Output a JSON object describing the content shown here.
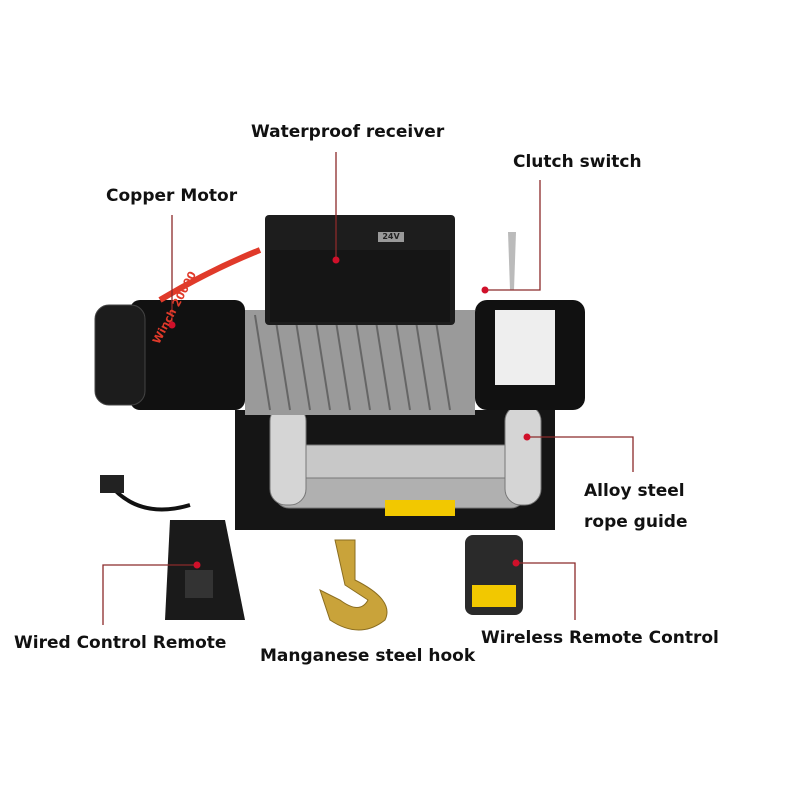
{
  "labels": {
    "waterproof_receiver": "Waterproof receiver",
    "clutch_switch": "Clutch switch",
    "copper_motor": "Copper Motor",
    "alloy_steel_line1": "Alloy steel",
    "alloy_steel_line2": "rope guide",
    "wired_remote": "Wired Control Remote",
    "hook": "Manganese steel hook",
    "wireless_remote": "Wireless Remote Control"
  },
  "product_markings": {
    "receiver_voltage": "24V",
    "motor_text": "Winch 20000"
  },
  "colors": {
    "leader_line": "#8b2a2a",
    "dot": "#d0102a",
    "hook": "#c9a33a",
    "body": "#111111"
  }
}
